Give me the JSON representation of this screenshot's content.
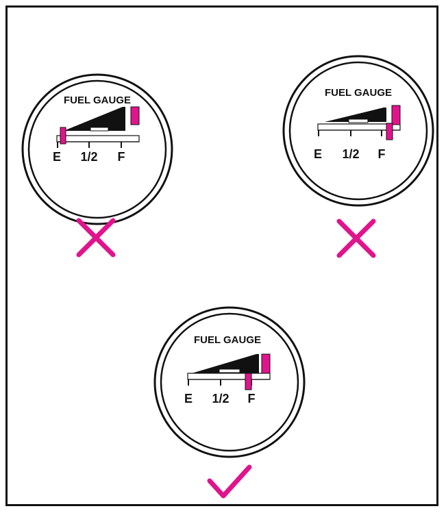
{
  "colors": {
    "accent": "#e0148c",
    "ink": "#111111",
    "paper": "#ffffff"
  },
  "gauges": [
    {
      "title": "FUEL GAUGE",
      "tick_empty": "E",
      "tick_half": "1/2",
      "tick_full": "F",
      "marker_position": "empty",
      "verdict": "incorrect",
      "verdict_icon": "cross-icon"
    },
    {
      "title": "FUEL GAUGE",
      "tick_empty": "E",
      "tick_half": "1/2",
      "tick_full": "F",
      "marker_position": "full",
      "verdict": "incorrect",
      "verdict_icon": "cross-icon"
    },
    {
      "title": "FUEL GAUGE",
      "tick_empty": "E",
      "tick_half": "1/2",
      "tick_full": "F",
      "marker_position": "full",
      "verdict": "correct",
      "verdict_icon": "check-icon"
    }
  ]
}
